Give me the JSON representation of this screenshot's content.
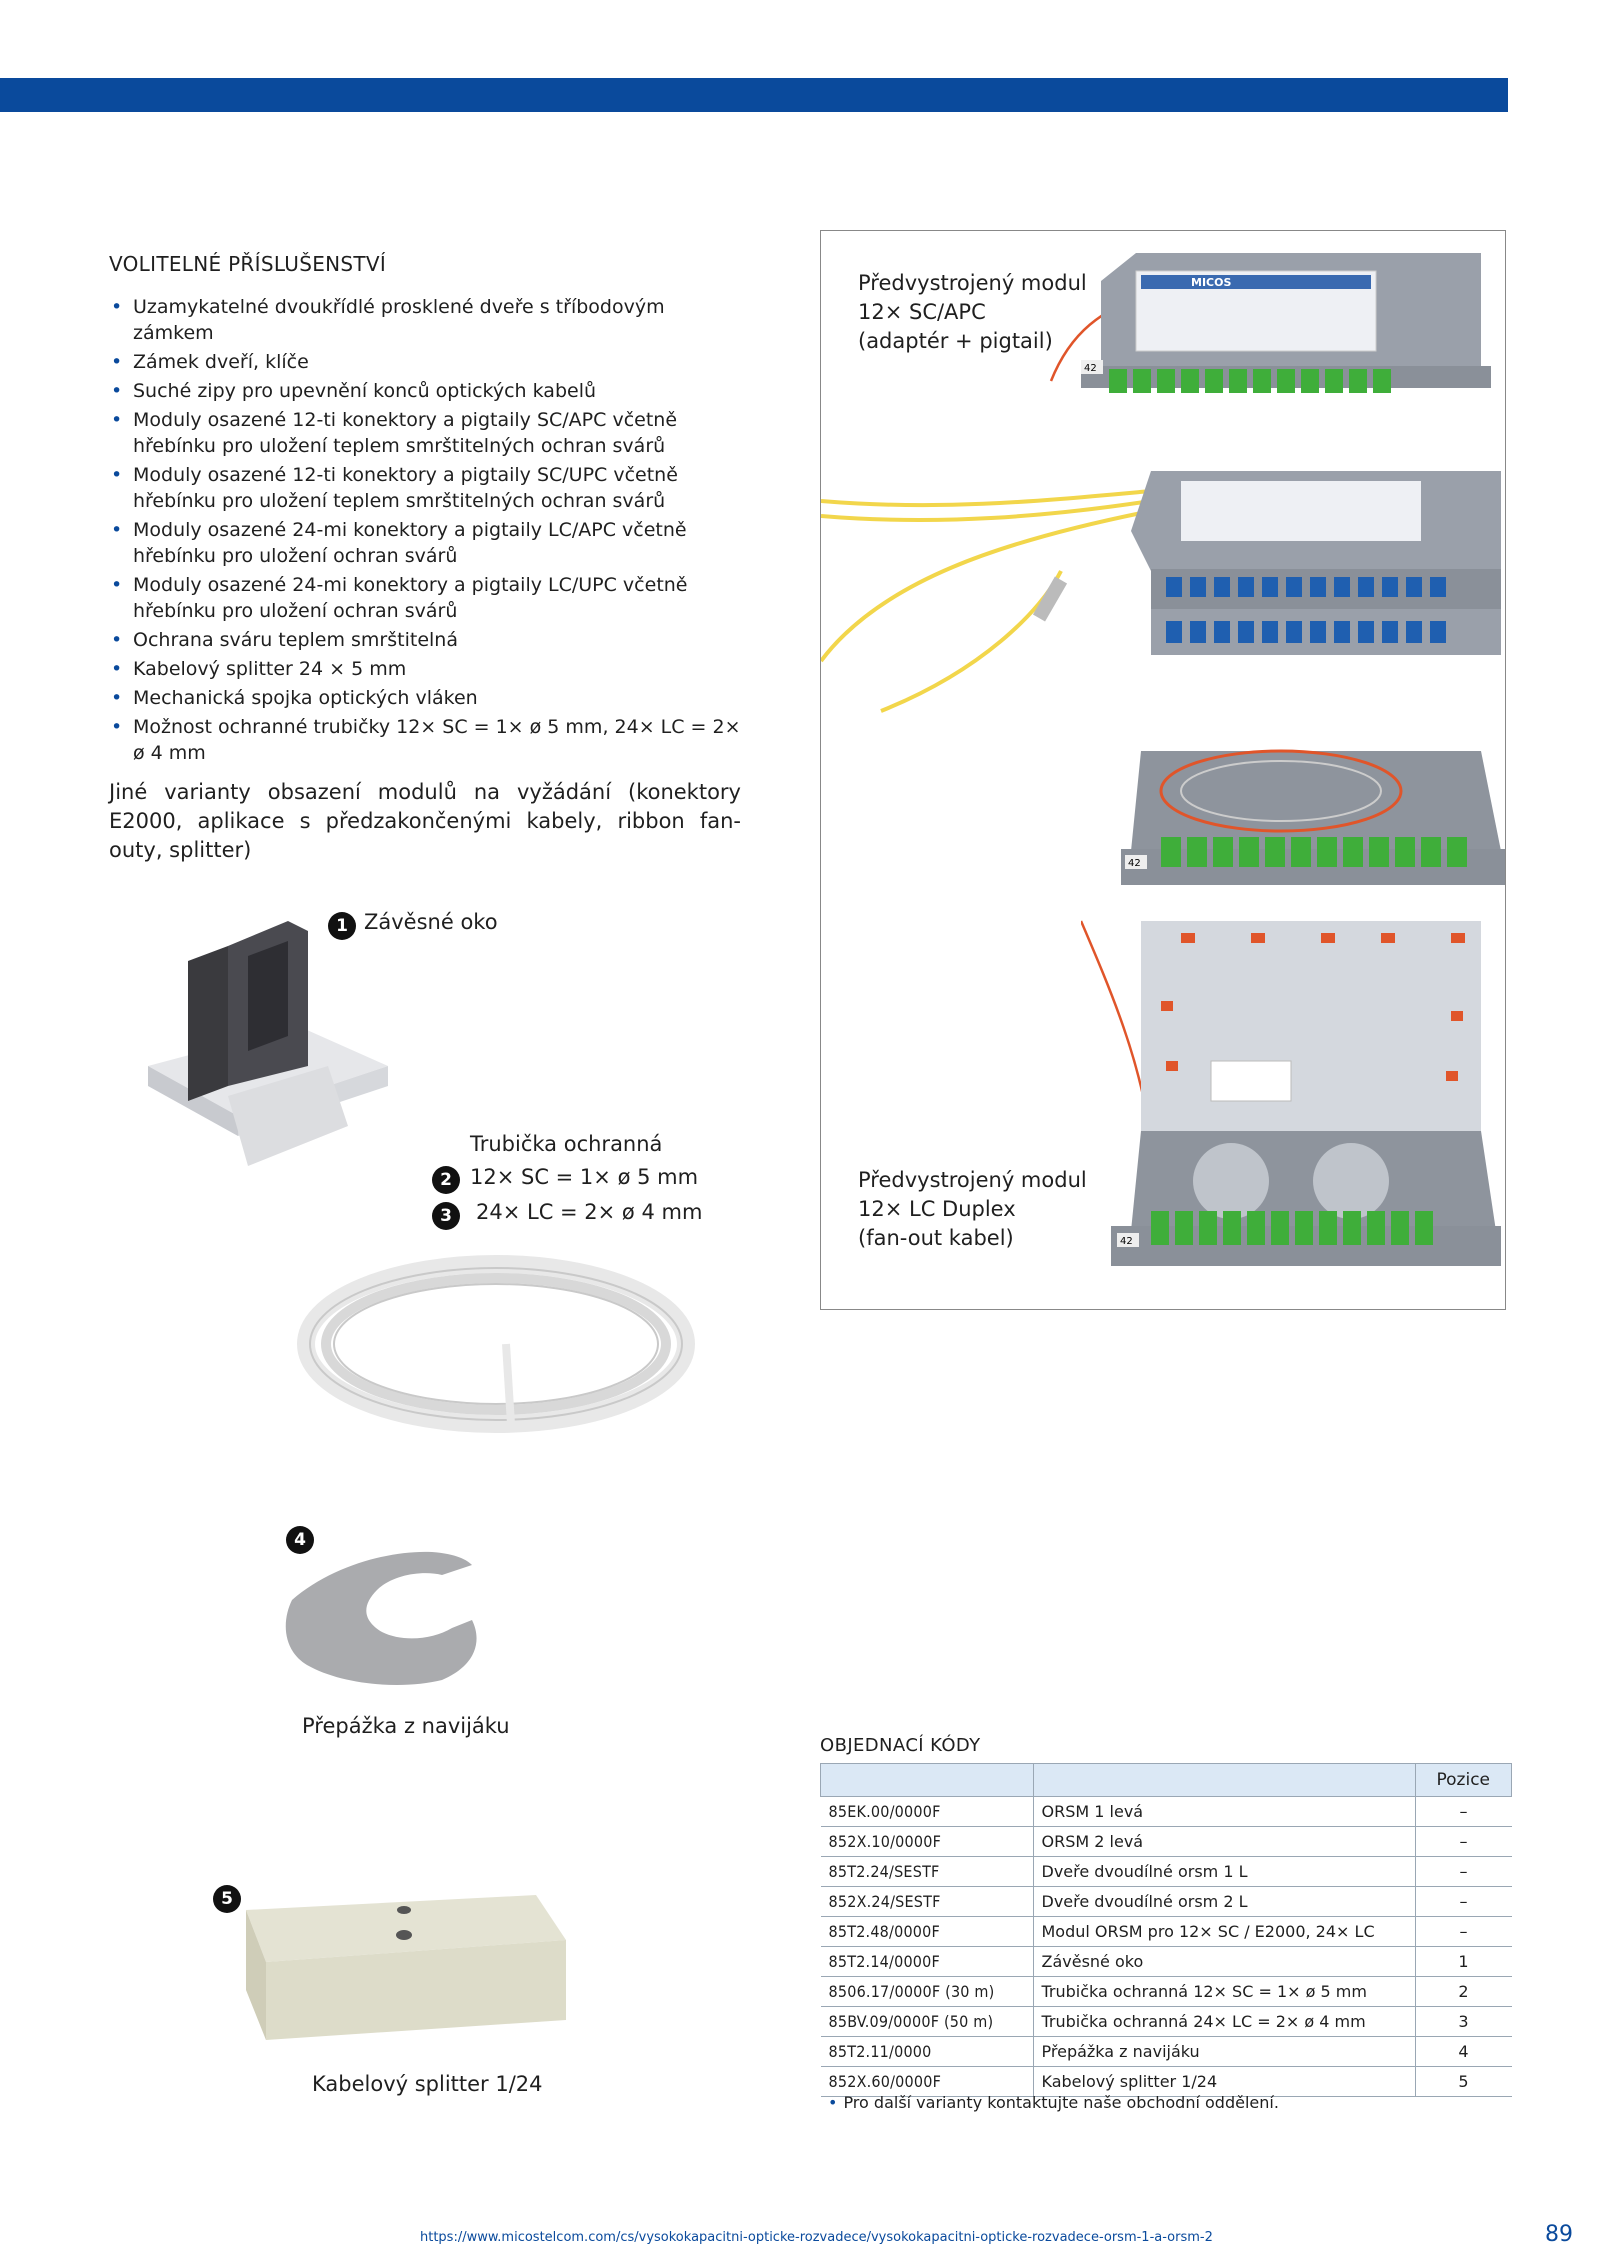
{
  "accessories": {
    "title": "VOLITELNÉ PŘÍSLUŠENSTVÍ",
    "items": [
      "Uzamykatelné dvoukřídlé prosklené dveře s tříbodovým zámkem",
      "Zámek dveří, klíče",
      "Suché zipy pro upevnění konců optických kabelů",
      "Moduly osazené 12-ti konektory a pigtaily SC/APC včetně hřebínku pro uložení teplem smrštitelných ochran svárů",
      "Moduly osazené 12-ti konektory a pigtaily SC/UPC včetně hřebínku pro uložení teplem smrštitelných ochran svárů",
      "Moduly osazené 24-mi konektory a pigtaily LC/APC včetně hřebínku pro uložení ochran svárů",
      "Moduly osazené 24-mi konektory a pigtaily LC/UPC včetně hřebínku pro uložení ochran svárů",
      "Ochrana sváru teplem smrštitelná",
      "Kabelový splitter 24 × 5 mm",
      "Mechanická spojka optických vláken",
      "Možnost ochranné trubičky 12× SC = 1× ø 5 mm, 24× LC = 2× ø 4 mm"
    ],
    "note": "Jiné varianty obsazení modulů na vyžádání (konektory E2000, aplikace s předzakončenými kabely, ribbon fan-outy, splitter)"
  },
  "modules": {
    "caption1": [
      "Předvystrojený modul",
      "12× SC/APC",
      "(adaptér + pigtail)"
    ],
    "caption2": [
      "Předvystrojený modul",
      "12× LC Duplex",
      "(fan-out kabel)"
    ],
    "tray_label": "42",
    "brand": "MICOS"
  },
  "parts": {
    "p1": {
      "num": "1",
      "label": "Závěsné oko"
    },
    "tube_title": "Trubička ochranná",
    "p2": {
      "num": "2",
      "label": "12× SC = 1× ø 5 mm"
    },
    "p3": {
      "num": "3",
      "label": "24× LC = 2× ø 4 mm"
    },
    "p4": {
      "num": "4",
      "label": "Přepážka z navijáku"
    },
    "p5": {
      "num": "5",
      "label": "Kabelový splitter 1/24"
    }
  },
  "codes": {
    "title": "OBJEDNACÍ KÓDY",
    "headers": [
      "",
      "",
      "Pozice"
    ],
    "rows": [
      {
        "code": "85EK.00/0000F",
        "desc": "ORSM 1 levá",
        "pos": "–"
      },
      {
        "code": "852X.10/0000F",
        "desc": "ORSM 2 levá",
        "pos": "–"
      },
      {
        "code": "85T2.24/SESTF",
        "desc": "Dveře dvoudílné orsm 1 L",
        "pos": "–"
      },
      {
        "code": "852X.24/SESTF",
        "desc": "Dveře dvoudílné orsm 2 L",
        "pos": "–"
      },
      {
        "code": "85T2.48/0000F",
        "desc": "Modul ORSM pro 12× SC / E2000, 24× LC",
        "pos": "–"
      },
      {
        "code": "85T2.14/0000F",
        "desc": "Závěsné oko",
        "pos": "1"
      },
      {
        "code": "8506.17/0000F (30 m)",
        "desc": "Trubička ochranná 12× SC = 1× ø 5 mm",
        "pos": "2"
      },
      {
        "code": "85BV.09/0000F (50 m)",
        "desc": "Trubička ochranná 24× LC = 2× ø 4 mm",
        "pos": "3"
      },
      {
        "code": "85T2.11/0000",
        "desc": "Přepážka z navijáku",
        "pos": "4"
      },
      {
        "code": "852X.60/0000F",
        "desc": "Kabelový splitter 1/24",
        "pos": "5"
      }
    ],
    "note": "Pro další varianty kontaktujte naše obchodní oddělení."
  },
  "footer": {
    "url": "https://www.micostelcom.com/cs/vysokokapacitni-opticke-rozvadece/vysokokapacitni-opticke-rozvadece-orsm-1-a-orsm-2",
    "page": "89"
  },
  "colors": {
    "brand_blue": "#0a4a9c",
    "connector_green": "#3fae3a",
    "connector_blue": "#1f5fb0",
    "fiber_yellow": "#f2d64b",
    "fiber_orange": "#e0552a"
  }
}
